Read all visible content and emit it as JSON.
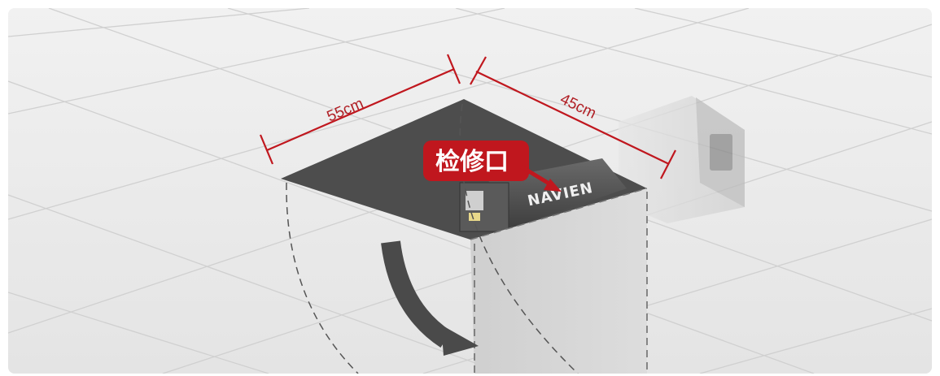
{
  "scene": {
    "callout_label": "检修口",
    "width_dimension": "55cm",
    "depth_dimension": "45cm",
    "brand_label": "NAVIEN"
  },
  "colors": {
    "ceiling": "#ededed",
    "grid_line": "#d4d4d4",
    "opening": "#505050",
    "callout": "#c0171e",
    "dimension_line": "#c0171e",
    "panel": "#d7d7d7",
    "arrow": "#4a4a4a"
  }
}
